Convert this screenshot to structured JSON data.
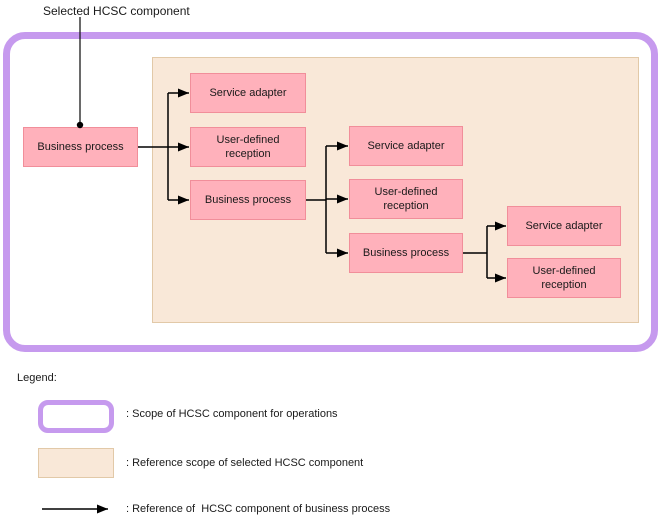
{
  "annotation": {
    "label": "Selected HCSC component"
  },
  "nodes": {
    "root": "Business process",
    "level2": [
      "Service adapter",
      "User-defined reception",
      "Business process"
    ],
    "level3": [
      "Service adapter",
      "User-defined reception",
      "Business process"
    ],
    "level4": [
      "Service adapter",
      "User-defined reception"
    ]
  },
  "legend": {
    "title": "Legend:",
    "items": [
      {
        "swatch": "purple-rounded-outline",
        "label": ": Scope of HCSC component for operations"
      },
      {
        "swatch": "beige-filled-rect",
        "label": ": Reference scope of selected HCSC component"
      },
      {
        "swatch": "black-arrow",
        "label": ": Reference of  HCSC component of business process"
      }
    ]
  },
  "colors": {
    "operations_scope_border": "#c69aee",
    "reference_scope_fill": "#f9e8d8",
    "reference_scope_border": "#e2c9a8",
    "component_fill": "#ffb1bb",
    "component_border": "#f18e9a",
    "connector": "#000000"
  }
}
